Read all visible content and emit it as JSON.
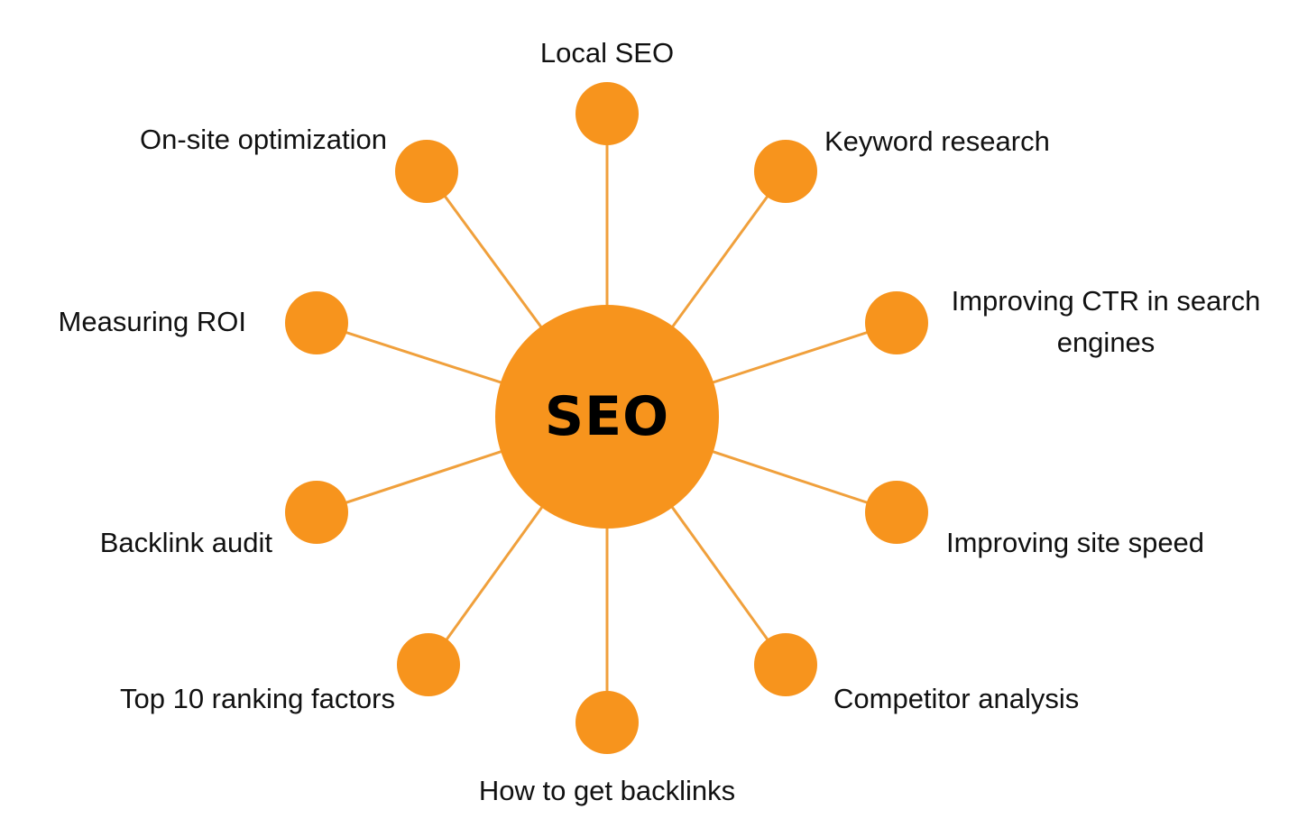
{
  "colors": {
    "node": "#F7941D",
    "connector": "#F0A03C",
    "text": "#111111",
    "hub_text": "#000000",
    "background": "#FFFFFF"
  },
  "hub": {
    "label": "SEO"
  },
  "branches": [
    {
      "id": "local-seo",
      "label": "Local SEO"
    },
    {
      "id": "keyword-research",
      "label": "Keyword research"
    },
    {
      "id": "improving-ctr",
      "label": "Improving CTR in search engines",
      "label_lines": [
        "Improving CTR in search",
        "engines"
      ]
    },
    {
      "id": "improving-site-speed",
      "label": "Improving site speed"
    },
    {
      "id": "competitor-analysis",
      "label": "Competitor analysis"
    },
    {
      "id": "how-to-get-backlinks",
      "label": "How to get backlinks"
    },
    {
      "id": "top-10-ranking-factors",
      "label": "Top 10 ranking factors"
    },
    {
      "id": "backlink-audit",
      "label": "Backlink audit"
    },
    {
      "id": "measuring-roi",
      "label": "Measuring ROI"
    },
    {
      "id": "on-site-optimization",
      "label": "On-site optimization"
    }
  ]
}
